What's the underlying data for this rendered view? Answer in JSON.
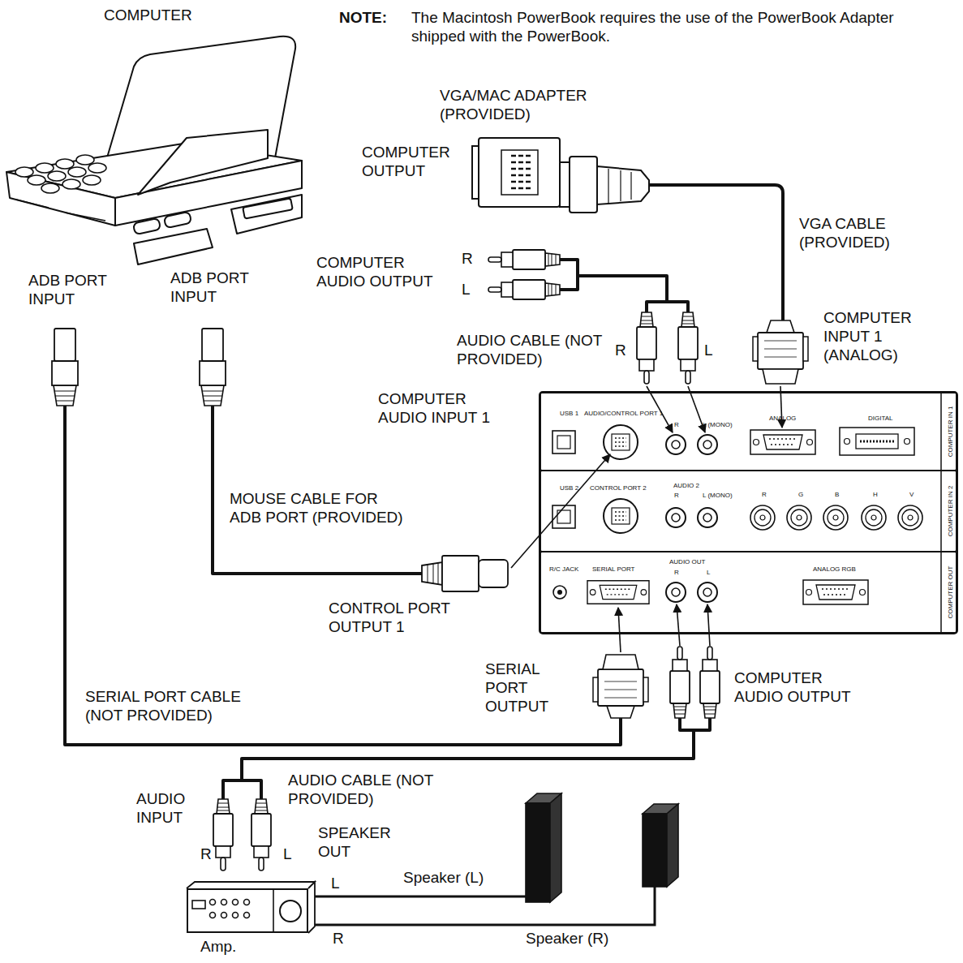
{
  "diagram": {
    "nodes": [
      {
        "text": [
          "COMPUTER"
        ]
      },
      {
        "text": [
          "USB 1",
          "AUDIO/CONTROL PORT 1",
          "R",
          "L (MONO)",
          "ANALOG",
          "DIGITAL",
          "COMPUTER IN 1"
        ]
      },
      {
        "text": [
          "USB 2",
          "CONTROL PORT 2",
          "AUDIO 2",
          "R",
          "L (MONO)",
          "R",
          "G",
          "B",
          "H",
          "V",
          "COMPUTER IN 2"
        ]
      },
      {
        "text": [
          "R/C JACK",
          "SERIAL PORT",
          "AUDIO OUT",
          "R",
          "L",
          "ANALOG RGB",
          "COMPUTER OUT"
        ]
      },
      {
        "text": [
          "Amp."
        ]
      }
    ],
    "labels": [
      "NOTE:",
      "The Macintosh PowerBook requires the use of the PowerBook Adapter shipped with the PowerBook.",
      "VGA/MAC ADAPTER (PROVIDED)",
      "COMPUTER OUTPUT",
      "VGA CABLE (PROVIDED)",
      "R",
      "L",
      "COMPUTER AUDIO OUTPUT",
      "ADB PORT INPUT",
      "ADB PORT INPUT",
      "AUDIO CABLE (NOT PROVIDED)",
      "R",
      "L",
      "COMPUTER INPUT 1 (ANALOG)",
      "COMPUTER AUDIO INPUT 1",
      "MOUSE CABLE FOR ADB PORT (PROVIDED)",
      "CONTROL PORT OUTPUT 1",
      "SERIAL PORT OUTPUT",
      "COMPUTER AUDIO OUTPUT",
      "SERIAL PORT CABLE (NOT PROVIDED)",
      "AUDIO CABLE (NOT PROVIDED)",
      "AUDIO INPUT",
      "SPEAKER OUT",
      "R",
      "L",
      "L",
      "Speaker (L)",
      "R",
      "Speaker (R)"
    ]
  }
}
